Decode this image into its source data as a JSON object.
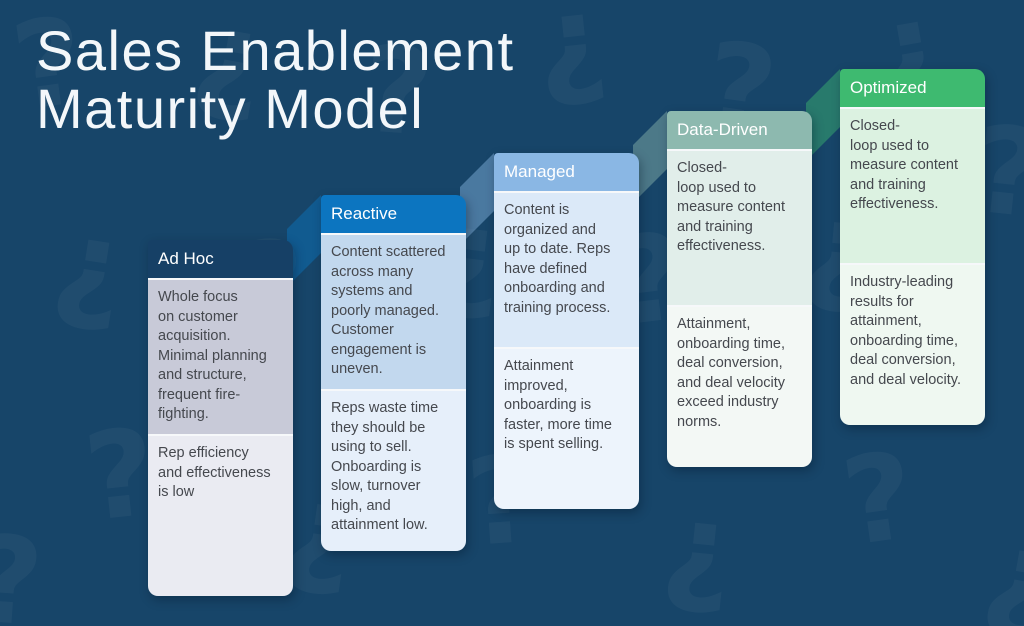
{
  "title": {
    "line1": "Sales Enablement",
    "line2": "Maturity Model"
  },
  "background_color": "#174569",
  "stages": [
    {
      "name": "Ad Hoc",
      "colors": {
        "header": "#164066",
        "top_section": "#c8cad8",
        "bottom_section": "#eaebf2"
      },
      "top_text": "Whole focus\non customer\nacquisition.\nMinimal planning\nand structure,\nfrequent fire-\nfighting.",
      "bottom_text": "Rep efficiency\nand effectiveness\nis low"
    },
    {
      "name": "Reactive",
      "colors": {
        "header": "#0c75c0",
        "top_section": "#c2d8ee",
        "bottom_section": "#e6effa"
      },
      "top_text": "Content scattered\nacross many\nsystems and\npoorly managed.\nCustomer\nengagement is\nuneven.",
      "bottom_text": "Reps waste time\nthey should be\nusing to sell.\nOnboarding is\nslow, turnover\nhigh, and\nattainment low."
    },
    {
      "name": "Managed",
      "colors": {
        "header": "#8ab7e4",
        "top_section": "#dbe9f8",
        "bottom_section": "#edf4fc"
      },
      "top_text": "Content is\norganized and\nup to date. Reps\nhave defined\nonboarding and\ntraining process.",
      "bottom_text": "Attainment\nimproved,\nonboarding is\nfaster, more time\nis spent selling."
    },
    {
      "name": "Data-Driven",
      "colors": {
        "header": "#8db9af",
        "top_section": "#e1eeea",
        "bottom_section": "#f3f8f5"
      },
      "top_text": "Closed-\nloop used to\nmeasure content\nand training\neffectiveness.",
      "bottom_text": "Attainment,\nonboarding time,\ndeal conversion,\nand deal velocity\nexceed industry\nnorms."
    },
    {
      "name": "Optimized",
      "colors": {
        "header": "#3eba70",
        "top_section": "#dcf2e1",
        "bottom_section": "#eff8f1"
      },
      "top_text": "Closed-\nloop used to\nmeasure content\nand training\neffectiveness.",
      "bottom_text": "Industry-leading\nresults for\nattainment,\nonboarding time,\ndeal conversion,\nand deal velocity."
    }
  ]
}
